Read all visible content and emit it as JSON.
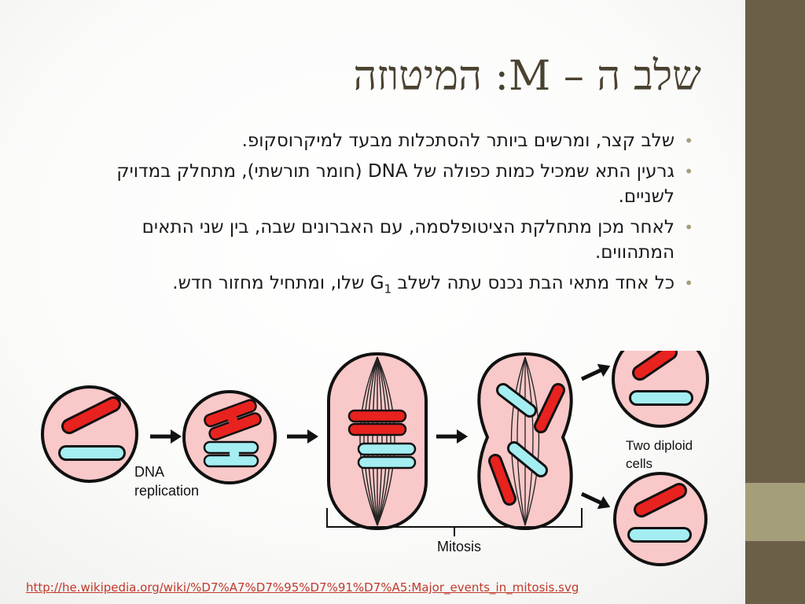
{
  "slide": {
    "title": "שלב ה – M: המיטוזה",
    "bullets": [
      {
        "text": "שלב קצר, ומרשים ביותר להסתכלות מבעד למיקרוסקופ."
      },
      {
        "text": "גרעין התא שמכיל כמות כפולה של DNA (חומר תורשתי), מתחלק במדויק לשניים."
      },
      {
        "text": "לאחר מכן מתחלקת הציטופלסמה, עם האברונים שבה, בין שני התאים המתהווים."
      },
      {
        "before": "כל אחד מתאי הבת נכנס עתה לשלב ",
        "g": "G",
        "sub": "1",
        "after": " שלו, ומתחיל מחזור חדש."
      }
    ],
    "source_url": "http://he.wikipedia.org/wiki/%D7%A7%D7%95%D7%91%D7%A5:Major_events_in_mitosis.svg"
  },
  "diagram": {
    "label_dna_line1": "DNA",
    "label_dna_line2": "replication",
    "label_mitosis": "Mitosis",
    "label_cells_line1": "Two diploid",
    "label_cells_line2": "cells",
    "colors": {
      "cell_fill": "#f9c8c8",
      "chromosome_red": "#e8221e",
      "chromosome_cyan": "#a4eef2",
      "outline": "#111111",
      "sidebar": "#6b5f48",
      "accent": "#a59e7b"
    }
  }
}
